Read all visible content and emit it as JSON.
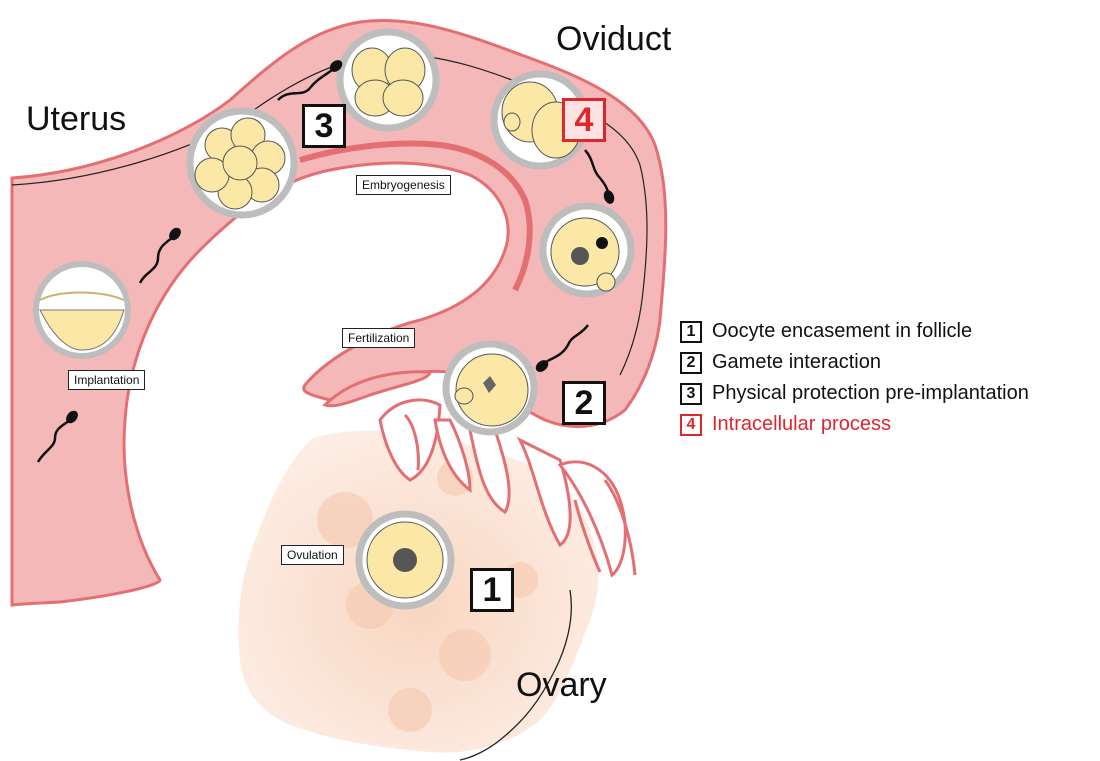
{
  "regions": {
    "uterus": "Uterus",
    "oviduct": "Oviduct",
    "ovary": "Ovary"
  },
  "steps": {
    "implantation": "Implantation",
    "embryogenesis": "Embryogenesis",
    "fertilization": "Fertilization",
    "ovulation": "Ovulation"
  },
  "markers": {
    "m1": "1",
    "m2": "2",
    "m3": "3",
    "m4": "4"
  },
  "legend": [
    {
      "num": "1",
      "text": "Oocyte encasement in follicle",
      "color": "#111111"
    },
    {
      "num": "2",
      "text": "Gamete interaction",
      "color": "#111111"
    },
    {
      "num": "3",
      "text": "Physical protection pre-implantation",
      "color": "#111111"
    },
    {
      "num": "4",
      "text": "Intracellular process",
      "color": "#e0262b"
    }
  ],
  "colors": {
    "tissue": "#f4b8b8",
    "tissue_outline": "#e46f73",
    "ovary_fill": "#fbe3d6",
    "cell_fill": "#fbe8a6",
    "zona": "#bdbdbd",
    "highlight": "#e0262b"
  }
}
